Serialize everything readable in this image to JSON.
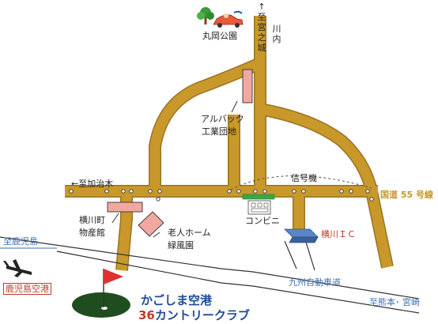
{
  "colors": {
    "road": "#c8982a",
    "road_edge": "#9a7324",
    "accent_blue": "#3a6fb0",
    "accent_red": "#c0392b",
    "building_pink": "#f0a8a0",
    "ic_blue": "#5b86c8",
    "green": "#1f4d1f",
    "flag_red": "#e03030"
  },
  "labels": {
    "park": "丸岡公園",
    "to_miyanojo": "↑至宮之城",
    "kawauchi": "川内",
    "albac": "アルバック",
    "industrial": "工業団地",
    "to_kajiki": "←至加治木",
    "signal": "信号機",
    "route55": "国道 55 号線",
    "yokogawa_town": "横川町",
    "bussankan": "物産館",
    "roujin": "老人ホーム",
    "ryokufuen": "緑風園",
    "konbini": "コンビニ",
    "yokogawa_ic": "横川ＩＣ",
    "to_kagoshima": "至鹿児島",
    "airport": "鹿児島空港",
    "expressway": "九州自動車道",
    "club_name_1": "かごしま空港",
    "club_num": "36",
    "club_name_2": "カントリークラブ",
    "to_kumamoto": "至熊本･ 宮崎"
  },
  "icons": {
    "tree": "tree-icon",
    "car": "car-icon",
    "plane": "airplane-icon",
    "flag": "golf-flag-icon",
    "shop": "convenience-store-icon"
  }
}
